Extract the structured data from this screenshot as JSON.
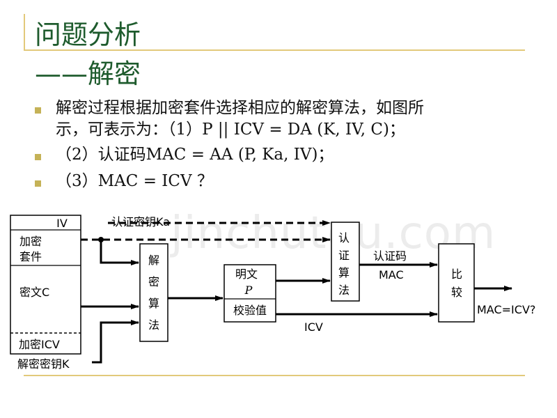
{
  "slide": {
    "title_line1": "问题分析",
    "title_line2": "——解密",
    "bullets": [
      {
        "line1": "解密过程根据加密套件选择相应的解密算法，如图所",
        "line2": "示，可表示为：（1）P || ICV = DA (K, IV, C)；"
      },
      {
        "line1": "（2）认证码MAC = AA (P, Ka, IV)；"
      },
      {
        "line1": "（3）MAC = ICV ？"
      }
    ]
  },
  "diagram": {
    "packet": {
      "iv": "IV",
      "suite": [
        "加密",
        "套件"
      ],
      "ciphertext": "密文C",
      "enc_icv": "加密ICV"
    },
    "dec_key": "解密密钥K",
    "auth_key": "认证密钥Ka",
    "dec_algo": [
      "解",
      "密",
      "算",
      "法"
    ],
    "plaintext": [
      "明文",
      "P"
    ],
    "checksum": "校验值",
    "auth_algo": [
      "认",
      "证",
      "算",
      "法"
    ],
    "mac_label": [
      "认证码",
      "MAC"
    ],
    "icv_label": "ICV",
    "compare": [
      "比",
      "较"
    ],
    "result": "MAC=ICV?"
  },
  "watermark": "jinchutou.com"
}
